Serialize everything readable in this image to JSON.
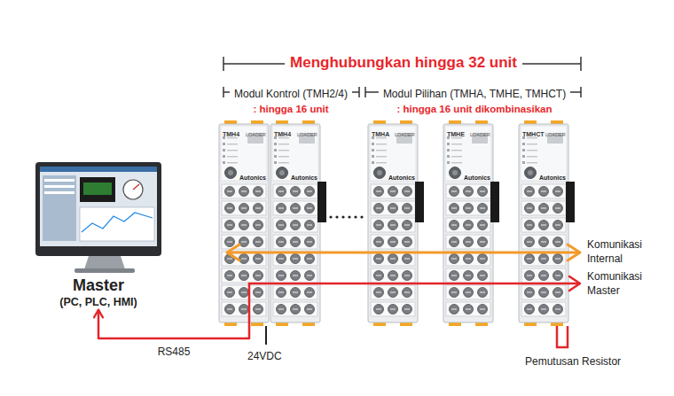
{
  "diagram": {
    "title": "Menghubungkan hingga 32 unit",
    "nodes": [
      {
        "text": [
          "Master",
          "(PC, PLC, HMI)"
        ]
      },
      {
        "text": [
          "TMH4",
          "LOADER",
          "Autonics"
        ]
      },
      {
        "text": [
          "TMH4",
          "LOADER",
          "Autonics"
        ]
      },
      {
        "text": [
          "TMHA",
          "LOADER",
          "Autonics"
        ]
      },
      {
        "text": [
          "TMHE",
          "LOADER",
          "Autonics"
        ]
      },
      {
        "text": [
          "TMHCT",
          "LOADER",
          "Autonics"
        ]
      }
    ],
    "edges": [
      {
        "from": 1,
        "to": 0,
        "arrow": "to",
        "label": "RS485"
      }
    ],
    "labels": [
      "Modul Kontrol (TMH2/4)",
      ": hingga 16 unit",
      "Modul Pilihan (TMHA, TMHE, TMHCT)",
      ": hingga 16 unit dikombinasikan",
      "Komunikasi Internal",
      "Komunikasi Master",
      "24VDC",
      "Pemutusan Resistor"
    ]
  }
}
